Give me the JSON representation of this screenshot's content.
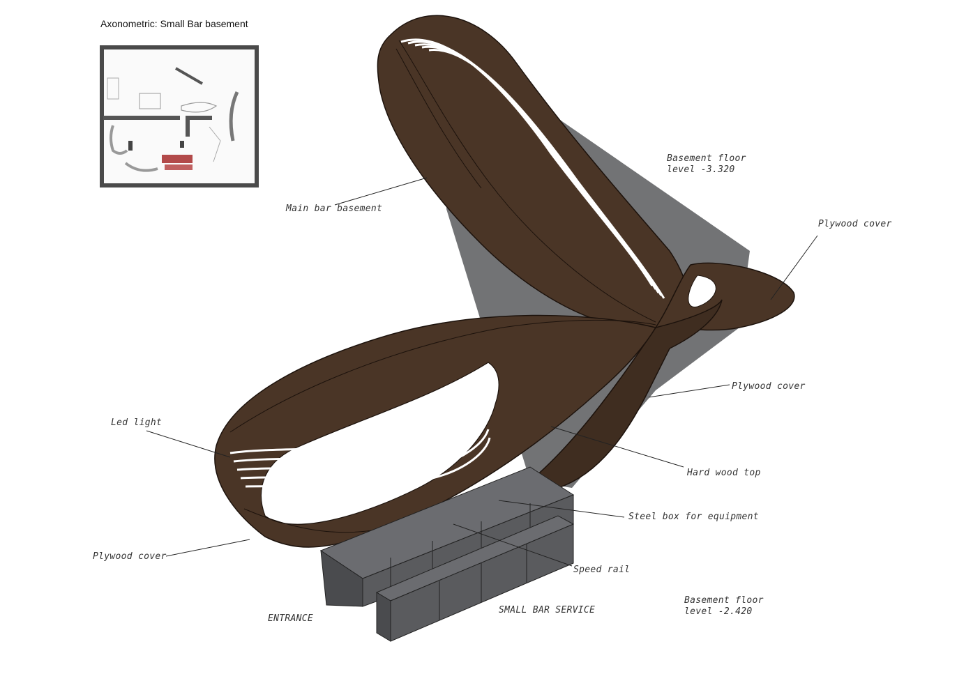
{
  "title": "Axonometric: Small Bar basement",
  "labels": {
    "basement_floor_upper_1": "Basement floor",
    "basement_floor_upper_2": "level -3.320",
    "main_bar_basement": "Main bar basement",
    "plywood_cover_top": "Plywood cover",
    "plywood_cover_mid": "Plywood cover",
    "led_light": "Led light",
    "hard_wood_top": "Hard wood top",
    "steel_box": "Steel box for equipment",
    "plywood_cover_left": "Plywood cover",
    "speed_rail": "Speed rail",
    "entrance": "ENTRANCE",
    "small_bar_service": "SMALL BAR SERVICE",
    "basement_floor_lower_1": "Basement floor",
    "basement_floor_lower_2": "level -2.420"
  },
  "colors": {
    "wood": "#4a3526",
    "wood_dark": "#2e2018",
    "steel": "#5a5b5e",
    "steel_dark": "#3c3d40",
    "plan_wall": "#555555",
    "plan_accent": "#b24a4a"
  }
}
